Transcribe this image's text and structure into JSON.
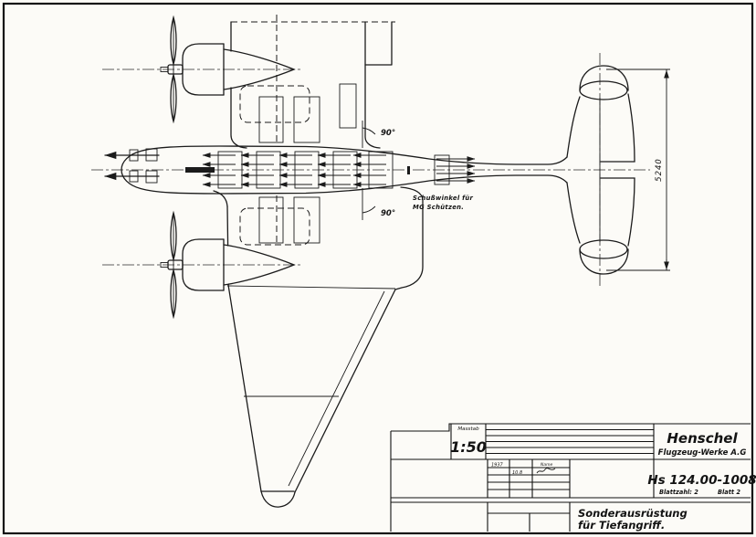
{
  "page": {
    "ink_color": "#1b1b1b",
    "paper_color": "#fcfbf7"
  },
  "drawing": {
    "annotations": {
      "angle_top": "90°",
      "angle_bottom": "90°",
      "mg_note_line1": "Schußwinkel für",
      "mg_note_line2": "MG Schützen.",
      "tail_span": "5240"
    },
    "title_block": {
      "scale_label": "Masstab",
      "scale_value": "1:50",
      "company": "Henschel",
      "company_sub": "Flugzeug-Werke A.G",
      "drawing_number": "Hs 124.00-1008",
      "sheet_count_label": "Blattzahl: 2",
      "sheet_label": "Blatt 2",
      "title_line1": "Sonderausrüstung",
      "title_line2": "für Tiefangriff.",
      "rev_year": "1937",
      "rev_date": "10.8",
      "name_header": "Name"
    }
  }
}
